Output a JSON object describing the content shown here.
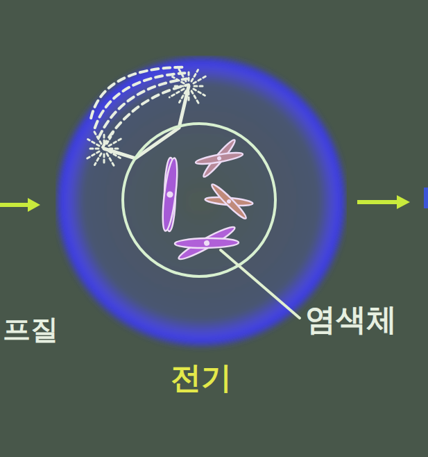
{
  "diagram": {
    "nodes": [
      {
        "text": [
          "전기"
        ]
      }
    ],
    "labels": [
      "염색체",
      "프질"
    ]
  }
}
